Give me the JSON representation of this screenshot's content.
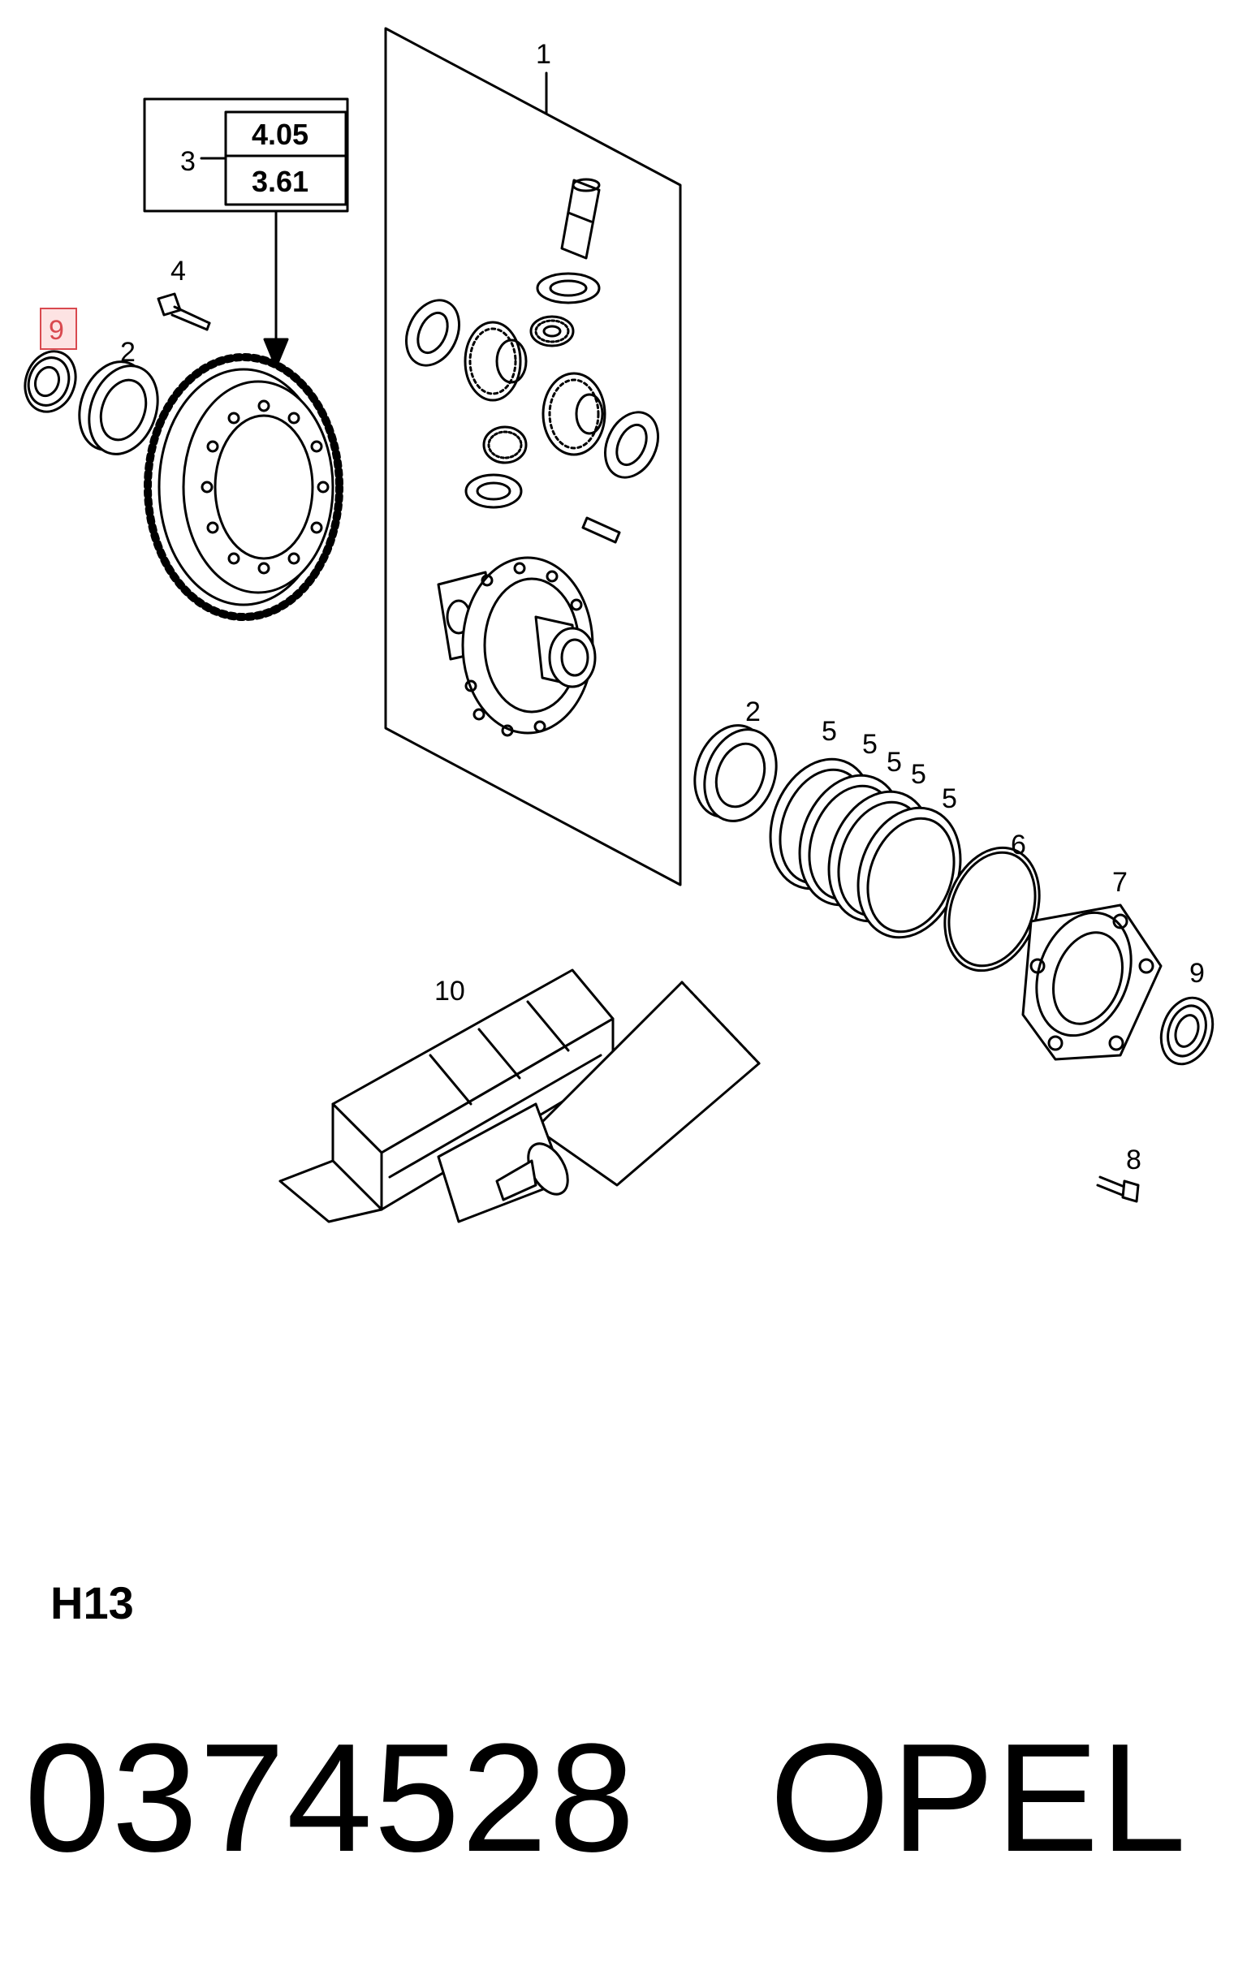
{
  "callouts": {
    "c1": "1",
    "c2a": "2",
    "c2b": "2",
    "c3": "3",
    "c4": "4",
    "c5a": "5",
    "c5b": "5",
    "c5c": "5",
    "c5d": "5",
    "c5e": "5",
    "c6": "6",
    "c7": "7",
    "c8": "8",
    "c9a": "9",
    "c9b": "9",
    "c10": "10"
  },
  "ratios": {
    "top": "4.05",
    "bottom": "3.61"
  },
  "highlight_color": "#d9494f",
  "sheet_code": "H13",
  "footer": "0374528   OPEL"
}
